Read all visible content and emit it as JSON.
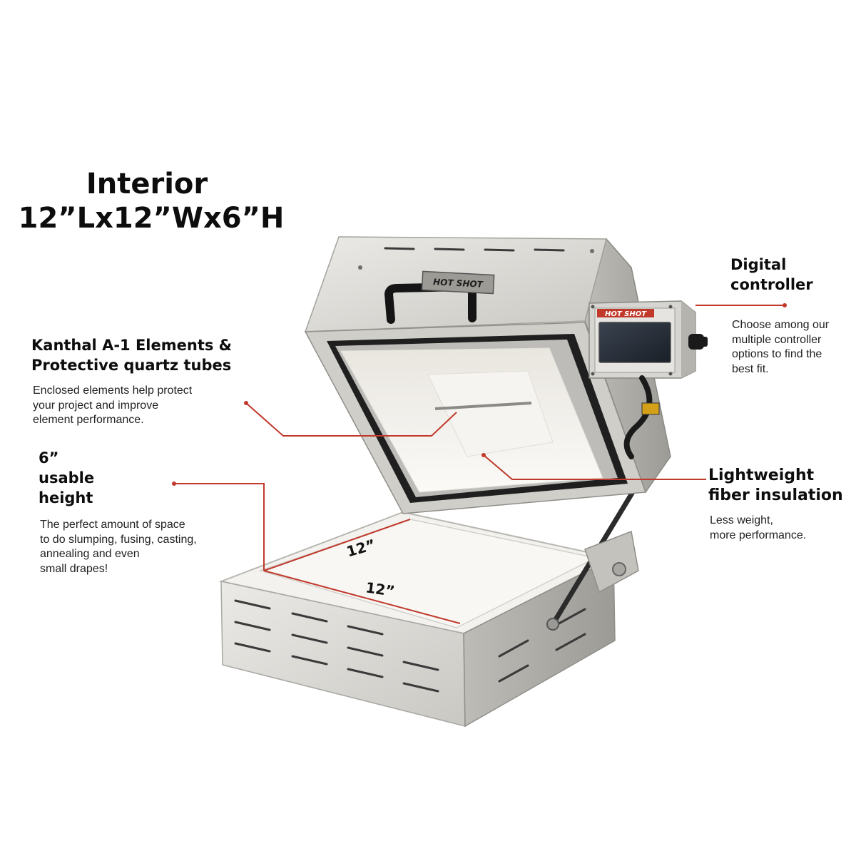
{
  "title": {
    "line1": "Interior",
    "line2": "12”Lx12”Wx6”H"
  },
  "callouts": {
    "digital_controller": {
      "heading": "Digital\ncontroller",
      "description": "Choose among our\nmultiple controller\noptions to find the\nbest fit."
    },
    "elements": {
      "heading": "Kanthal A-1 Elements &\nProtective quartz tubes",
      "description": "Enclosed elements help protect\nyour project and improve\nelement performance."
    },
    "usable_height": {
      "heading": "6”\nusable\nheight",
      "description": "The perfect amount of space\nto do slumping, fusing, casting,\nannealing and even\nsmall drapes!"
    },
    "insulation": {
      "heading": "Lightweight\nfiber insulation",
      "description": "Less weight,\nmore performance."
    }
  },
  "dimensions": {
    "depth_label": "12”",
    "width_label": "12”"
  },
  "brand": {
    "lid_plate": "HOT SHOT",
    "controller_plate": "HOT SHOT"
  },
  "colors": {
    "callout_line": "#c0392b",
    "kiln_body": "#d9d8d4",
    "kiln_shadow": "#a9a8a4",
    "interior": "#f4f2ee"
  },
  "icons": [
    "controller-knob-icon",
    "lid-handle-icon"
  ]
}
